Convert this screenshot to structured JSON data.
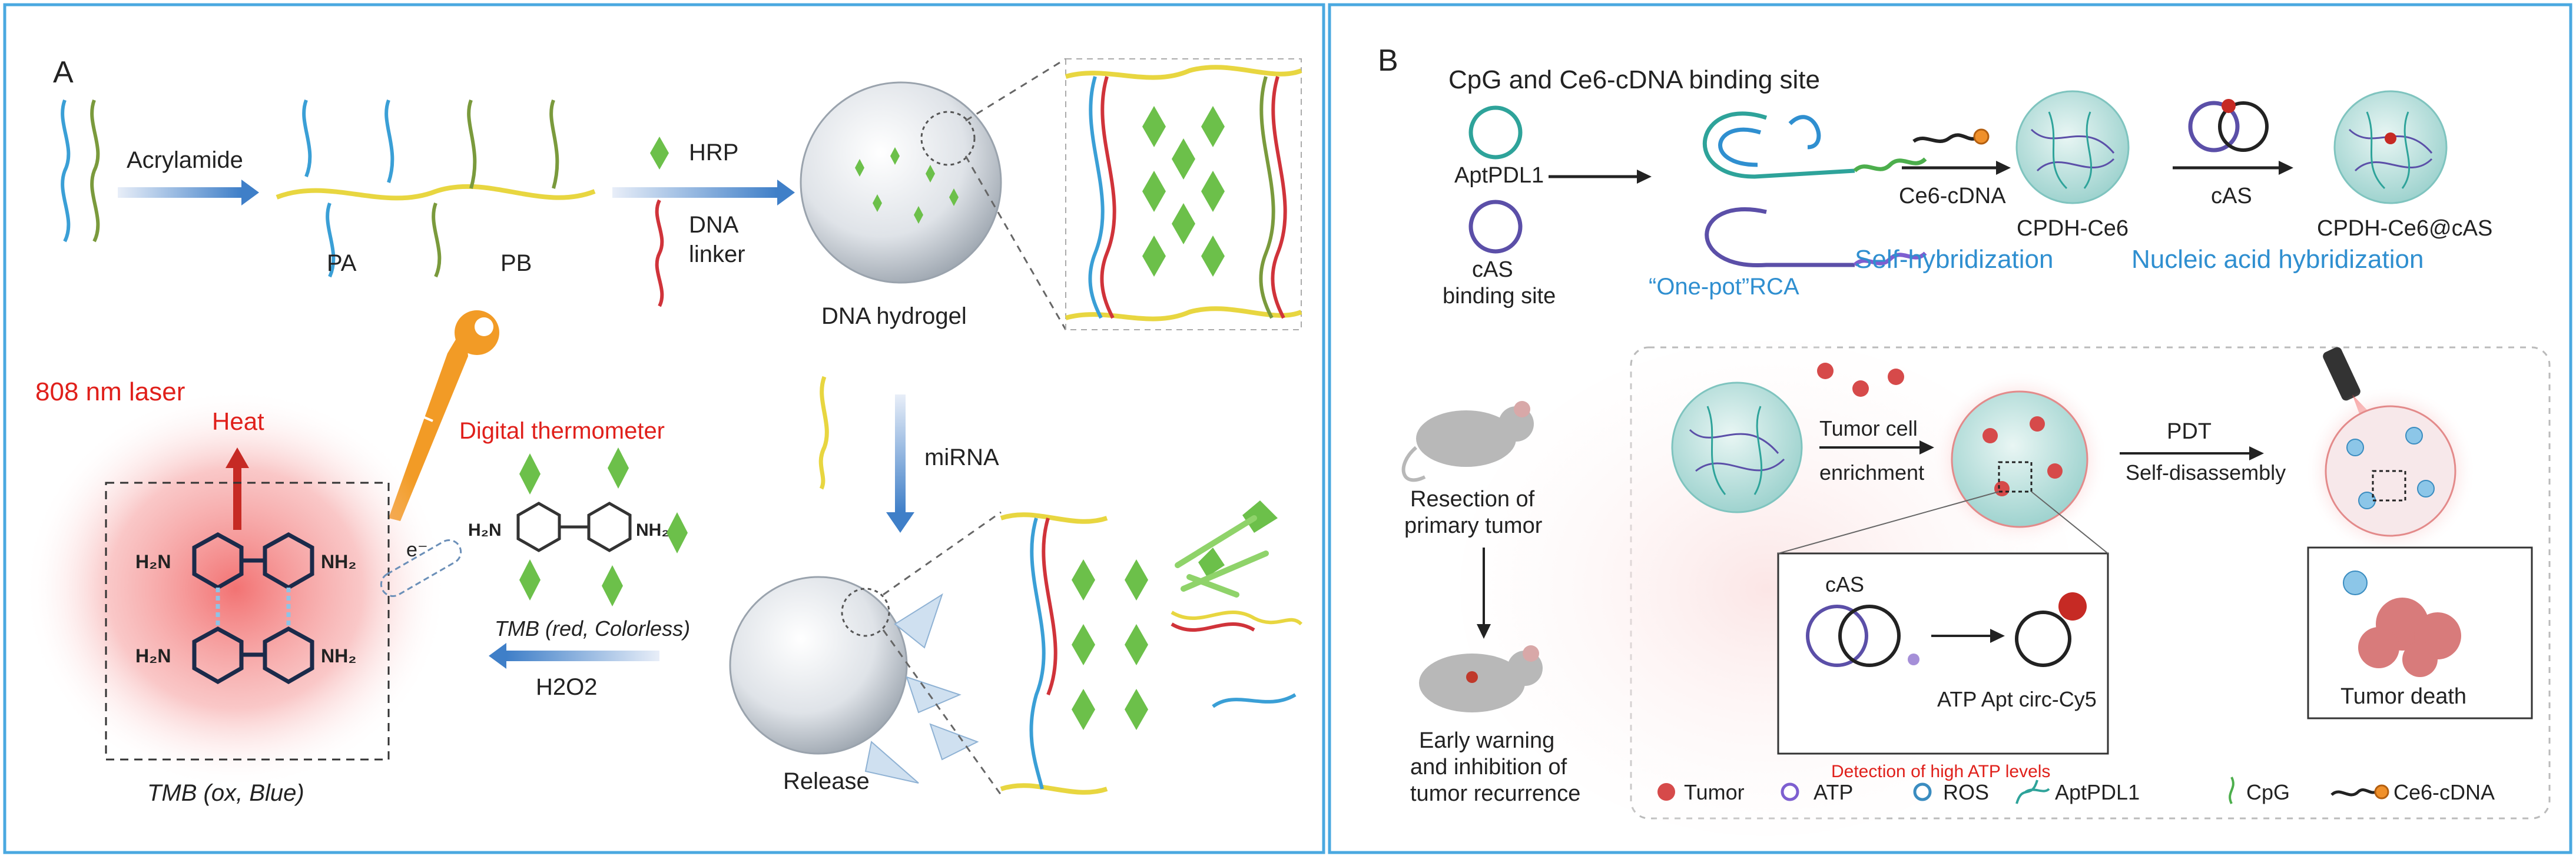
{
  "panel_a": {
    "letter": "A",
    "acrylamide": "Acrylamide",
    "pa": "PA",
    "pb": "PB",
    "hrp": "HRP",
    "dna_linker": "DNA linker",
    "dna_hydrogel": "DNA hydrogel",
    "laser": "808 nm laser",
    "heat": "Heat",
    "thermometer": "Digital thermometer",
    "electron": "e⁻",
    "tmb_red": "TMB (red, Colorless)",
    "h2o2": "H2O2",
    "tmb_ox": "TMB (ox, Blue)",
    "mirna": "miRNA",
    "release": "Release",
    "h2n": "H₂N",
    "nh2": "NH₂"
  },
  "panel_b": {
    "letter": "B",
    "binding_title": "CpG and Ce6-cDNA binding site",
    "aptpdl1": "AptPDL1",
    "cas_binding": "cAS binding site",
    "one_pot": "“One-pot”RCA",
    "ce6_cdna": "Ce6-cDNA",
    "cpdh_ce6": "CPDH-Ce6",
    "self_hybrid": "Self-hybridization",
    "cas": "cAS",
    "cpdh_cas": "CPDH-Ce6@cAS",
    "nucleic_hybrid": "Nucleic acid hybridization",
    "resection": "Resection of primary tumor",
    "tumor_enrich": "Tumor cell enrichment",
    "pdt": "PDT",
    "self_disassembly": "Self-disassembly",
    "inset_cas": "cAS",
    "atp_apt": "ATP Apt circ-Cy5",
    "detection": "Detection of high ATP levels",
    "tumor_death": "Tumor death",
    "early_warning": "Early warning and inhibition of tumor recurrence",
    "legend": {
      "tumor": "Tumor",
      "atp": "ATP",
      "ros": "ROS",
      "aptpdl1": "AptPDL1",
      "cpg": "CpG",
      "ce6cdna": "Ce6-cDNA"
    }
  },
  "colors": {
    "frame": "#4aa8e0",
    "dna_blue": "#3a9fd6",
    "dna_green": "#7a9a3c",
    "dna_yellow": "#e8d640",
    "dna_red": "#d0333a",
    "diamond": "#6cc04a",
    "accent_red": "#e0201b",
    "accent_blue": "#2f8fd0",
    "hydrogel_purple": "#5b4fa8",
    "tumor_red": "#d64a4a"
  }
}
